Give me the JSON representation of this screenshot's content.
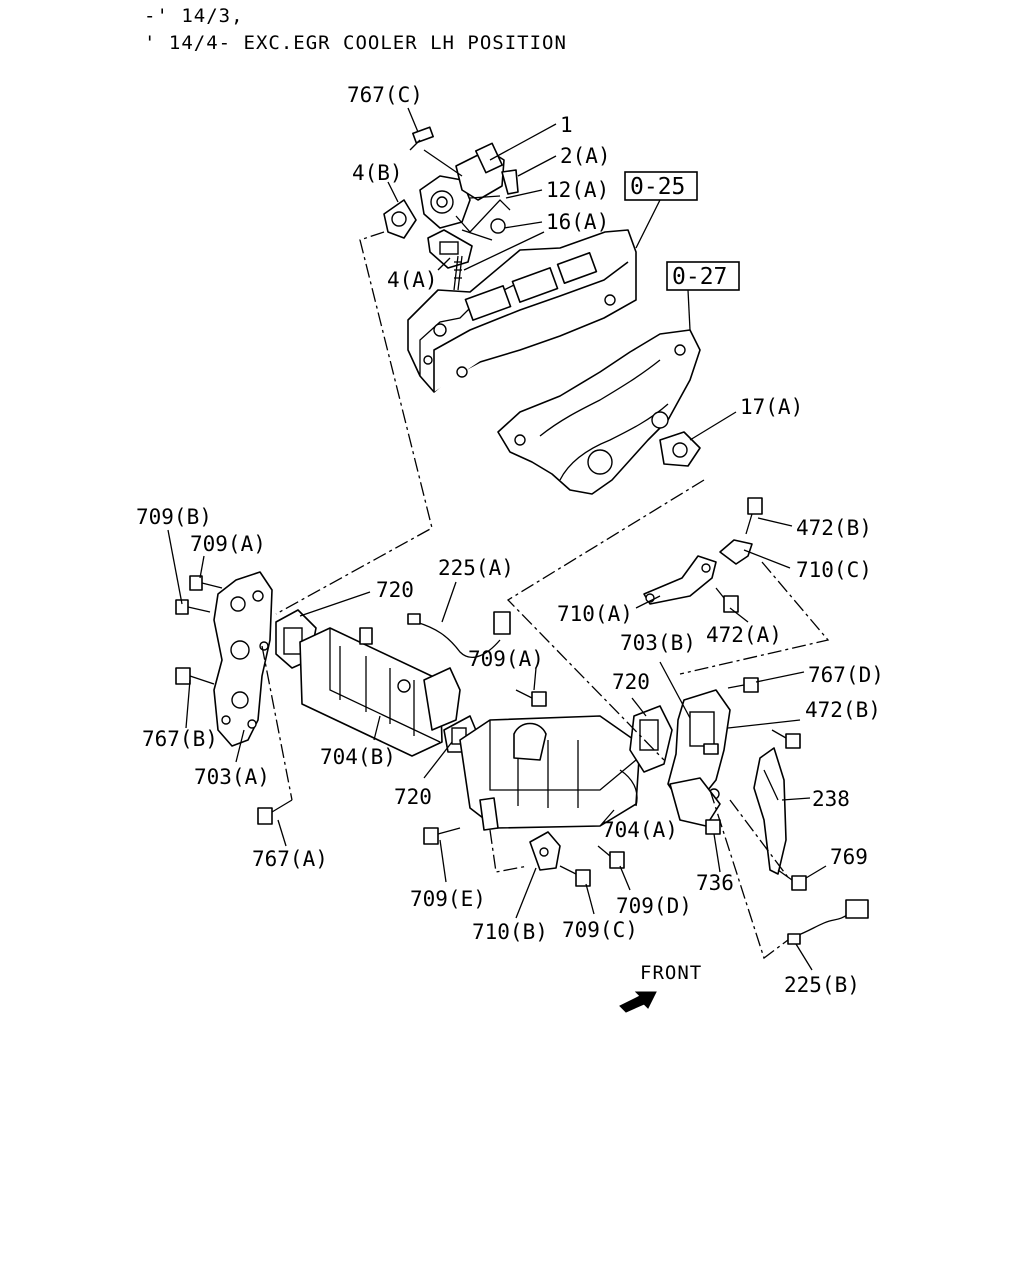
{
  "header": {
    "line1": "-' 14/3,",
    "line2": "' 14/4- EXC.EGR COOLER LH POSITION"
  },
  "refs": {
    "r1": "0-25",
    "r2": "0-27"
  },
  "labels": {
    "l767c": "767(C)",
    "l1": "1",
    "l2a": "2(A)",
    "l4b": "4(B)",
    "l12a": "12(A)",
    "l16a": "16(A)",
    "l4a": "4(A)",
    "l17a": "17(A)",
    "l709b": "709(B)",
    "l709a_1": "709(A)",
    "l720_1": "720",
    "l225a": "225(A)",
    "l472b_1": "472(B)",
    "l710c": "710(C)",
    "l710a": "710(A)",
    "l472a": "472(A)",
    "l703b": "703(B)",
    "l709a_2": "709(A)",
    "l720_2": "720",
    "l767d": "767(D)",
    "l472b_2": "472(B)",
    "l767b": "767(B)",
    "l704b": "704(B)",
    "l703a": "703(A)",
    "l720_3": "720",
    "l238": "238",
    "l704a": "704(A)",
    "l769": "769",
    "l767a": "767(A)",
    "l736": "736",
    "l709e": "709(E)",
    "l709d": "709(D)",
    "l710b": "710(B)",
    "l709c": "709(C)",
    "l225b": "225(B)",
    "front": "FRONT"
  }
}
